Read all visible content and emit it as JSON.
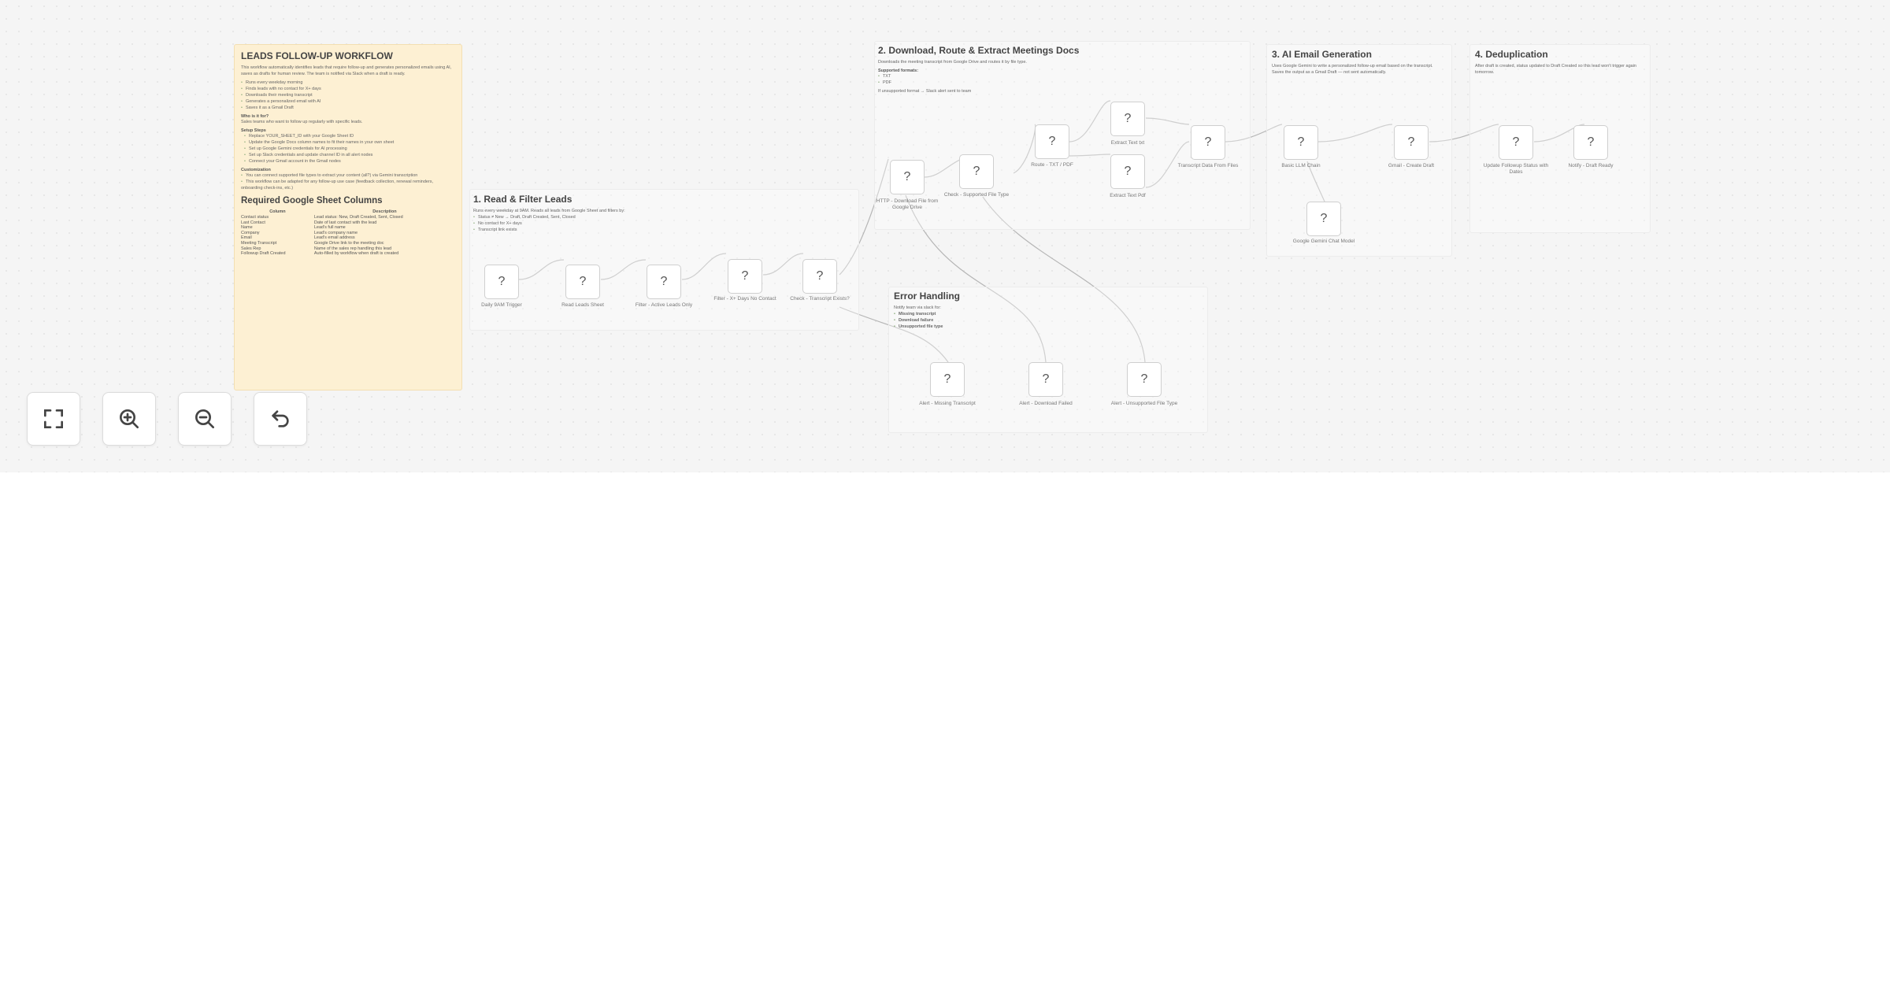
{
  "main_note": {
    "title": "LEADS FOLLOW-UP WORKFLOW",
    "intro": "This workflow automatically identifies leads that require follow-up and generates personalized emails using AI, saves as drafts for human review. The team is notified via Slack when a draft is ready.",
    "steps": [
      "Runs every weekday morning",
      "Finds leads with no contact for X+ days",
      "Downloads their meeting transcript",
      "Generates a personalized email with AI",
      "Saves it as a Gmail Draft"
    ],
    "who_title": "Who is it for?",
    "who_text": "Sales teams who want to follow up regularly with specific leads.",
    "setup_title": "Setup Steps",
    "setup_items": [
      "Replace YOUR_SHEET_ID with your Google Sheet ID",
      "Update the Google Docs column names to fit their names in your own sheet",
      "Set up Google Gemini credentials for AI processing",
      "Set up Slack credentials and update channel ID in all alert nodes",
      "Connect your Gmail account in the Gmail nodes"
    ],
    "custom_title": "Customization",
    "custom_items": [
      "You can connect supported file types to extract your content (all?) via Gemini transcription",
      "This workflow can be adapted for any follow-up use case (feedback collection, renewal reminders, onboarding check-ins, etc.)"
    ],
    "columns_title": "Required Google Sheet Columns",
    "columns_headers": [
      "Column",
      "Description"
    ],
    "columns_rows": [
      [
        "Contact status",
        "Lead status: New, Draft Created, Sent, Closed"
      ],
      [
        "Last Contact",
        "Date of last contact with the lead"
      ],
      [
        "Name",
        "Lead's full name"
      ],
      [
        "Company",
        "Lead's company name"
      ],
      [
        "Email",
        "Lead's email address"
      ],
      [
        "Meeting Transcript",
        "Google Drive link to the meeting doc"
      ],
      [
        "Sales Rep",
        "Name of the sales rep handling this lead"
      ],
      [
        "Followup Draft Created",
        "Auto-filled by workflow when draft is created"
      ]
    ]
  },
  "sections": {
    "read_filter": {
      "title": "1. Read & Filter Leads",
      "desc": "Runs every weekday at 9AM. Reads all leads from Google Sheet and filters by:",
      "items": [
        "Status ≠ New → Draft, Draft Created, Sent, Closed",
        "No contact for X+ days",
        "Transcript link exists"
      ]
    },
    "download": {
      "title": "2. Download, Route & Extract Meetings Docs",
      "desc": "Downloads the meeting transcript from Google Drive and routes it by file type.",
      "formats_title": "Supported formats:",
      "formats": [
        "TXT",
        "PDF"
      ],
      "unsupported": "If unsupported format → Slack alert sent to team"
    },
    "ai_email": {
      "title": "3. AI Email Generation",
      "desc": "Uses Google Gemini to write a personalized follow-up email based on the transcript.",
      "desc2": "Saves the output as a Gmail Draft — not sent automatically."
    },
    "dedup": {
      "title": "4. Deduplication",
      "desc": "After draft is created, status updated to Draft Created so this lead won't trigger again tomorrow."
    },
    "errors": {
      "title": "Error Handling",
      "desc": "Notify team via slack for:",
      "items": [
        "Missing transcript",
        "Download failure",
        "Unsupported file type"
      ]
    }
  },
  "nodes": {
    "daily_trigger": {
      "icon": "?",
      "label": "Daily 9AM Trigger"
    },
    "read_leads": {
      "icon": "?",
      "label": "Read Leads Sheet"
    },
    "filter_active": {
      "icon": "?",
      "label": "Filter - Active Leads Only"
    },
    "filter_days": {
      "icon": "?",
      "label": "Filter - X+ Days No Contact"
    },
    "check_transcript": {
      "icon": "?",
      "label": "Check - Transcript Exists?"
    },
    "http_download": {
      "icon": "?",
      "label": "HTTP - Download File from Google Drive"
    },
    "check_supported": {
      "icon": "?",
      "label": "Check - Supported File Type"
    },
    "route_txt": {
      "icon": "?",
      "label": "Route - TXT / PDF"
    },
    "extract_txt": {
      "icon": "?",
      "label": "Extract Text txt"
    },
    "extract_pdf": {
      "icon": "?",
      "label": "Extract Text Pdf"
    },
    "transcript_data": {
      "icon": "?",
      "label": "Transcript Data From Files"
    },
    "basic_llm": {
      "icon": "?",
      "label": "Basic LLM Chain"
    },
    "gemini_model": {
      "icon": "?",
      "label": "Google Gemini Chat Model"
    },
    "gmail_draft": {
      "icon": "?",
      "label": "Gmail - Create Draft"
    },
    "update_status": {
      "icon": "?",
      "label": "Update Followup Status with Dates"
    },
    "notify_slack": {
      "icon": "?",
      "label": "Notify - Draft Ready"
    },
    "alert_missing": {
      "icon": "?",
      "label": "Alert - Missing Transcript"
    },
    "alert_download": {
      "icon": "?",
      "label": "Alert - Download Failed"
    },
    "alert_unsupported": {
      "icon": "?",
      "label": "Alert - Unsupported File Type"
    }
  },
  "controls": {
    "fit": "fit-view-icon",
    "zoom_in": "zoom-in-icon",
    "zoom_out": "zoom-out-icon",
    "reset": "reset-zoom-icon"
  }
}
